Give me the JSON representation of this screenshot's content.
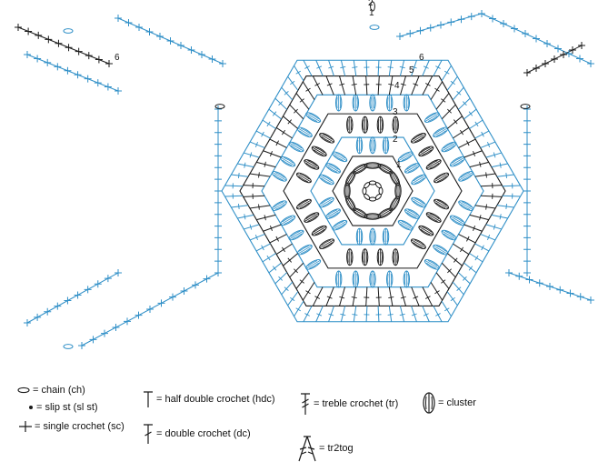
{
  "diagram": {
    "colors": {
      "black": "#1a1a1a",
      "blue": "#2f8fc7"
    },
    "row_labels": [
      "1",
      "2",
      "3",
      "4",
      "5",
      "6",
      "1",
      "2",
      "6"
    ]
  },
  "legend": {
    "chain": "= chain (ch)",
    "slip_st": "= slip st (sl st)",
    "sc": "= single crochet (sc)",
    "hdc": "= half double crochet (hdc)",
    "dc": "= double crochet (dc)",
    "tr": "= treble crochet (tr)",
    "tr2tog": "= tr2tog",
    "cluster": "= cluster"
  }
}
